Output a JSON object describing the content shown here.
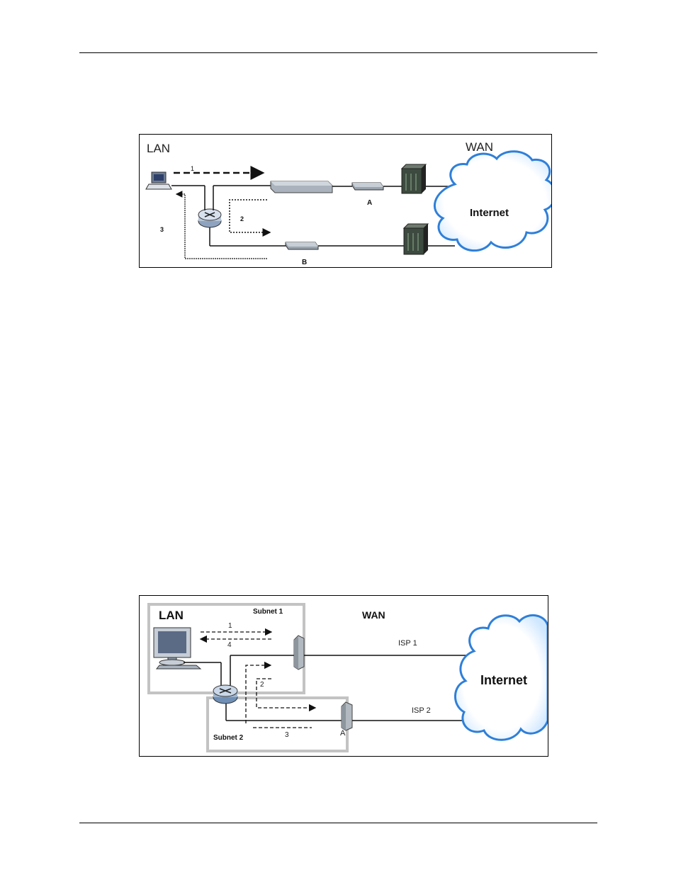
{
  "figure1": {
    "lan_label": "LAN",
    "wan_label": "WAN",
    "cloud_label": "Internet",
    "step_1": "1",
    "step_2": "2",
    "step_3": "3",
    "device_a": "A",
    "device_b": "B"
  },
  "figure2": {
    "lan_label": "LAN",
    "wan_label": "WAN",
    "subnet_1": "Subnet 1",
    "subnet_2": "Subnet 2",
    "step_1": "1",
    "step_2": "2",
    "step_3": "3",
    "step_4": "4",
    "isp_1": "ISP 1",
    "isp_2": "ISP 2",
    "device_a": "A",
    "cloud_label": "Internet"
  },
  "colors": {
    "cloud_fill": "#ffffff",
    "cloud_edge": "#2f7fd8",
    "cloud_glow": "#a9d4ff",
    "device_gray": "#a7aeb5",
    "subnet_box": "#c3c3c3"
  }
}
